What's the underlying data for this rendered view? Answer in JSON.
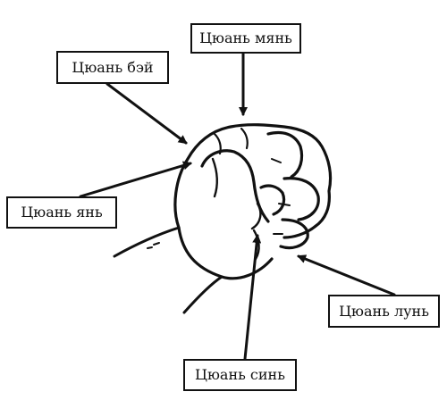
{
  "labels": {
    "myan": "Цюань мянь",
    "bei": "Цюань бэй",
    "yan": "Цюань янь",
    "lun": "Цюань лунь",
    "sin": "Цюань синь"
  },
  "colors": {
    "ink": "#111111",
    "background": "#ffffff"
  }
}
